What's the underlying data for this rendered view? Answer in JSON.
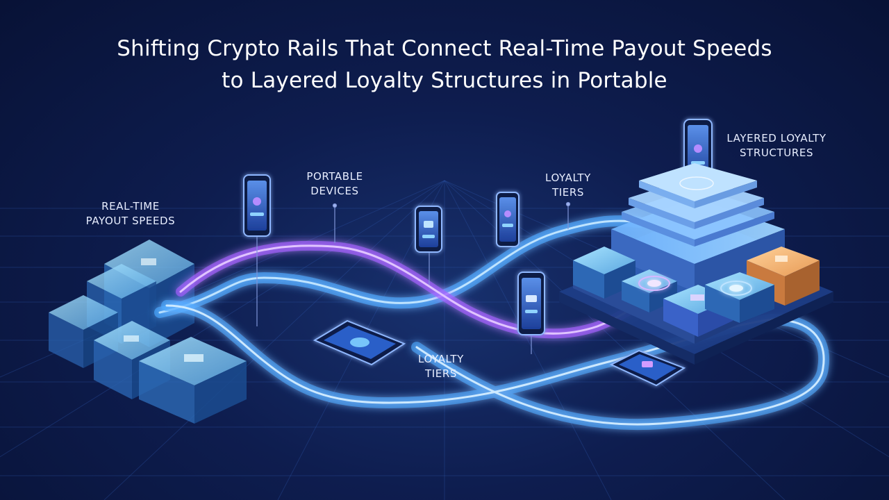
{
  "title": {
    "line1": "Shifting Crypto Rails That Connect Real-Time Payout Speeds",
    "line2": "to Layered Loyalty Structures in Portable"
  },
  "labels": {
    "payout": {
      "line1": "REAL-TIME",
      "line2": "PAYOUT SPEEDS"
    },
    "devices": {
      "line1": "PORTABLE",
      "line2": "DEVICES"
    },
    "tiers_top": {
      "line1": "LOYALTY",
      "line2": "TIERS"
    },
    "tiers_bottom": {
      "line1": "LOYALTY",
      "line2": "TIERS"
    },
    "layered": {
      "line1": "LAYERED LOYALTY",
      "line2": "STRUCTURES"
    }
  },
  "colors": {
    "background": "#0e1d4f",
    "rail_blue": "#4aa8ff",
    "rail_purple": "#a45cff",
    "cube_cyan": "#6fd0ff",
    "tier_orange": "#f0a860"
  }
}
